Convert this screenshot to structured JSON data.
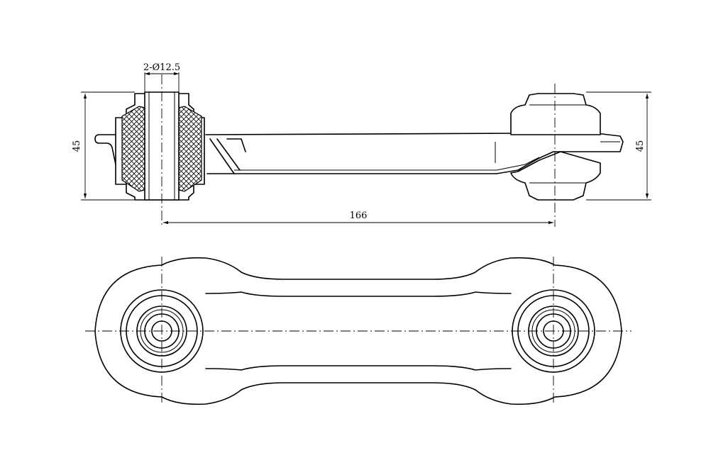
{
  "drawing": {
    "dimensions": {
      "bore": "2-Ø12.5",
      "height_left": "45",
      "height_right": "45",
      "center_distance": "166"
    }
  }
}
